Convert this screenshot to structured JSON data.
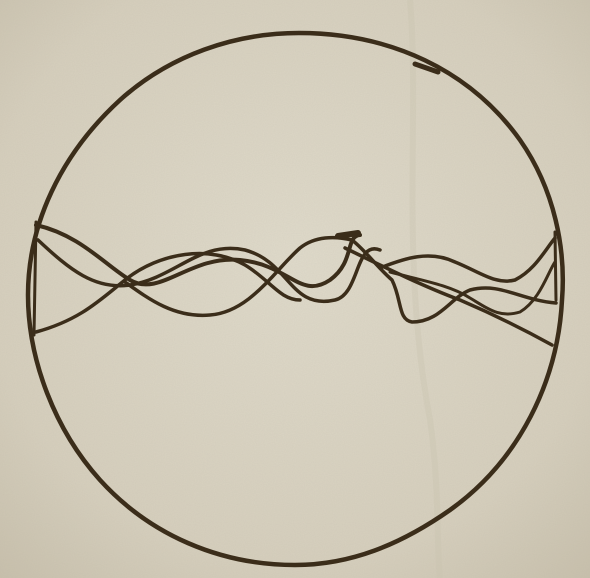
{
  "drawing": {
    "paper_color": "#d9d3c2",
    "paper_shadow_color": "#c9c2ae",
    "ink_color": "#3b2d1a",
    "elements": [
      "circle-outline",
      "wavy-strands",
      "vertical-edge-lines"
    ]
  }
}
